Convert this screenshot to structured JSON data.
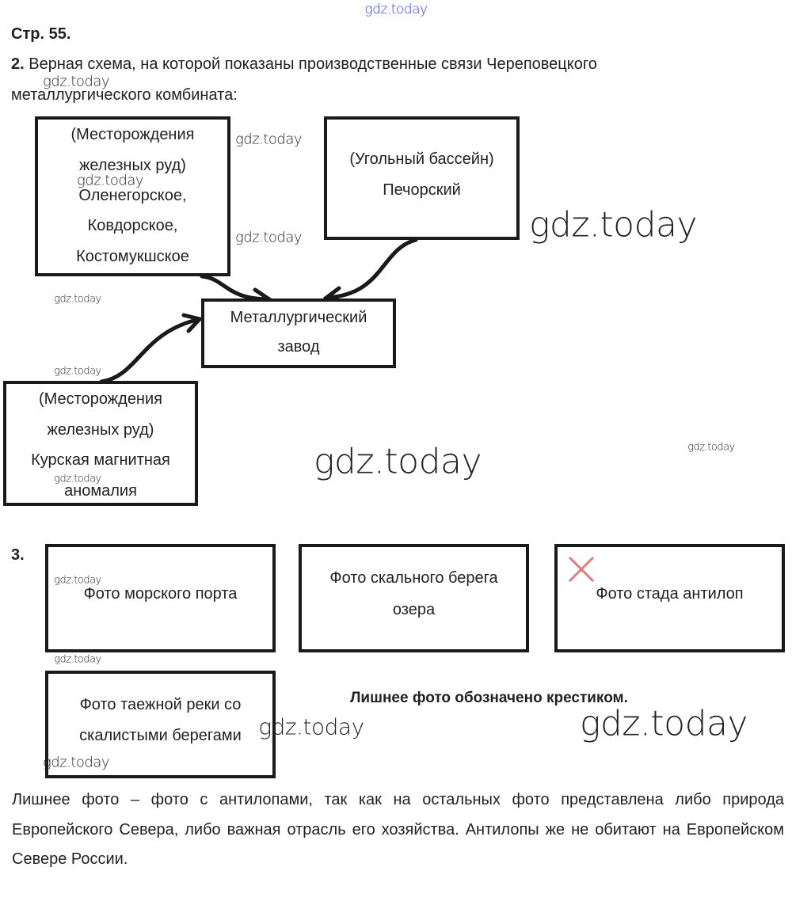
{
  "header": {
    "page": "Стр. 55."
  },
  "task2": {
    "number": "2.",
    "text_line1": "Верная схема, на которой показаны производственные связи Череповецкого",
    "text_line2": "металлургического комбината:"
  },
  "diagram": {
    "box_karelia": [
      "(Месторождения",
      "железных руд)",
      "Оленегорское,",
      "Ковдорское,",
      "Костомукшское"
    ],
    "box_coal": [
      "(Угольный бассейн)",
      "Печорский"
    ],
    "box_plant": [
      "Металлургический",
      "завод"
    ],
    "box_kursk": [
      "(Месторождения",
      "железных руд)",
      "Курская магнитная",
      "аномалия"
    ]
  },
  "task3": {
    "number": "3.",
    "photos": [
      "Фото морского порта",
      [
        "Фото скального берега",
        "озера"
      ],
      "Фото стада антилоп",
      [
        "Фото таежной реки со",
        "скалистыми берегами"
      ]
    ],
    "note": "Лишнее фото обозначено крестиком.",
    "explanation": "Лишнее фото – фото с антилопами, так как на остальных фото представлена либо природа Европейского Севера, либо важная отрасль его хозяйства. Антилопы же не обитают на Европейском Севере России."
  },
  "watermark": "gdz.today",
  "colors": {
    "cross": "#e07b7b",
    "top_watermark": "#3a3aff"
  }
}
